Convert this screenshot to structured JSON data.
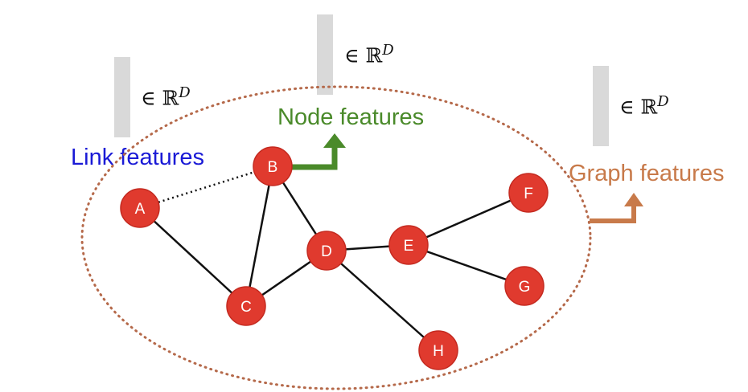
{
  "labels": {
    "link": "Link features",
    "node": "Node features",
    "graph": "Graph features"
  },
  "membership": {
    "link": "∈ ℝ",
    "node": "∈ ℝ",
    "graph": "∈ ℝ",
    "superscript": "D"
  },
  "colors": {
    "link": "#1a1ad6",
    "node": "#4a8a2a",
    "graph": "#c87a4a",
    "node_fill": "#e03a2e",
    "edge": "#111111",
    "ellipse": "#b5694a"
  },
  "nodes": [
    "A",
    "B",
    "C",
    "D",
    "E",
    "F",
    "G",
    "H"
  ],
  "edges": [
    [
      "A",
      "C"
    ],
    [
      "B",
      "C"
    ],
    [
      "B",
      "D"
    ],
    [
      "C",
      "D"
    ],
    [
      "D",
      "E"
    ],
    [
      "D",
      "H"
    ],
    [
      "E",
      "F"
    ],
    [
      "E",
      "G"
    ]
  ],
  "dotted_edges": [
    [
      "A",
      "B"
    ]
  ]
}
